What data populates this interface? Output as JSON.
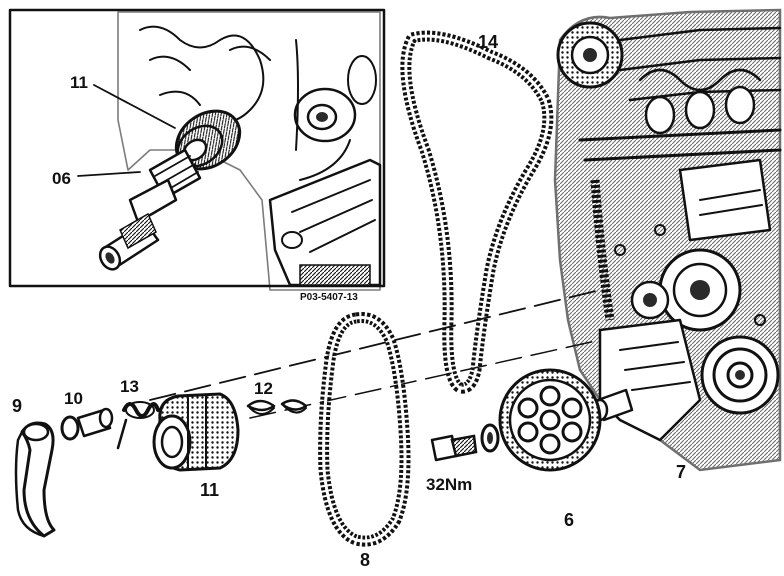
{
  "figure_ref": "P03-5407-13",
  "inset": {
    "labels": {
      "part_11": "11",
      "part_06": "06"
    }
  },
  "labels": {
    "part_9": "9",
    "part_10": "10",
    "part_13": "13",
    "part_12": "12",
    "part_11": "11",
    "part_8": "8",
    "part_14": "14",
    "part_6": "6",
    "part_7": "7",
    "torque": "32Nm"
  }
}
